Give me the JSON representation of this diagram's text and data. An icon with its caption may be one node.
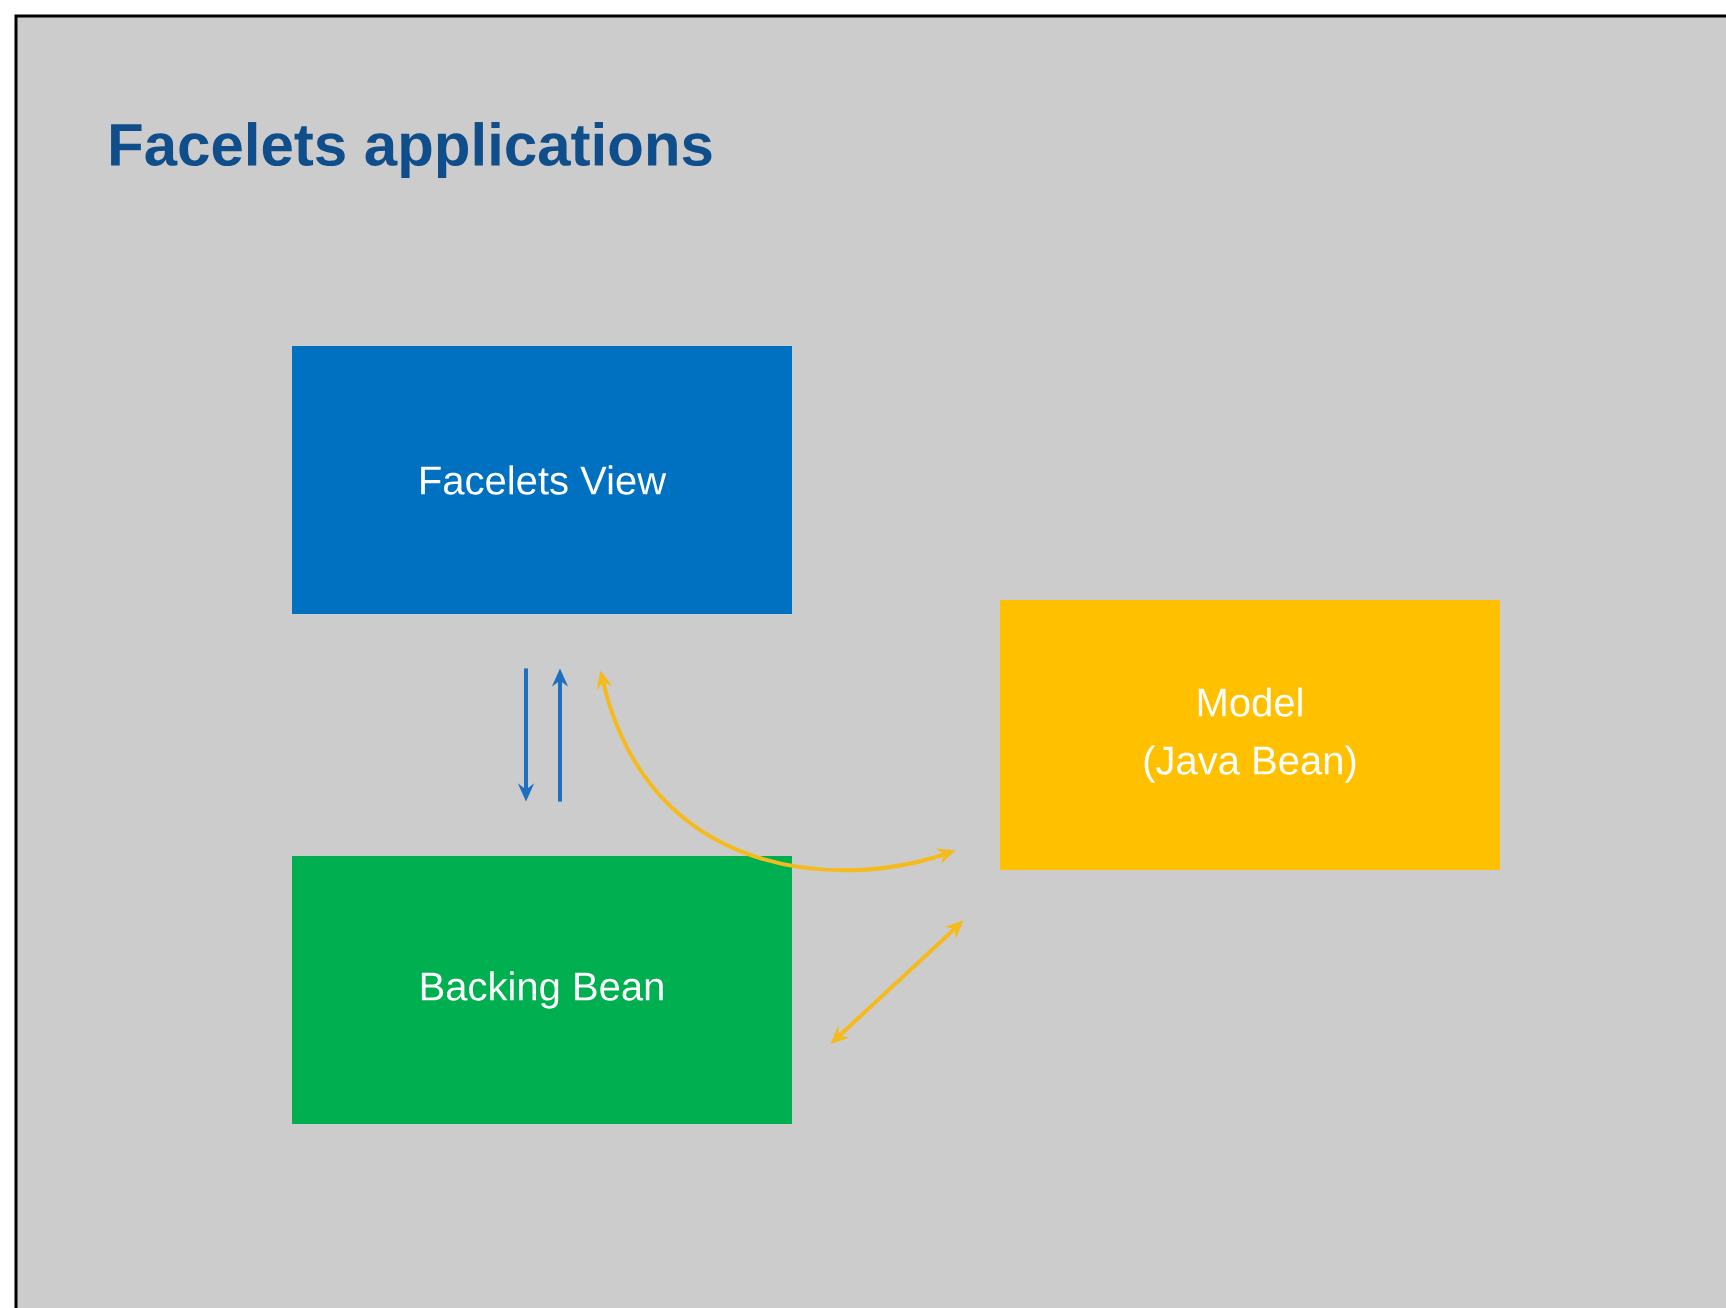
{
  "diagram": {
    "title": "Facelets applications",
    "nodes": [
      {
        "text": [
          "Facelets View"
        ]
      },
      {
        "text": [
          "Backing Bean"
        ]
      },
      {
        "text": [
          "Model",
          "(Java Bean)"
        ]
      }
    ],
    "edges": [
      {
        "from": 0,
        "to": 1,
        "arrow": "to",
        "color": "#1f6fc0"
      },
      {
        "from": 1,
        "to": 0,
        "arrow": "to",
        "color": "#1f6fc0"
      },
      {
        "from": 2,
        "to": 0,
        "arrow": "both",
        "color": "#f5bb1c"
      },
      {
        "from": 1,
        "to": 2,
        "arrow": "both",
        "color": "#f5bb1c"
      }
    ]
  }
}
